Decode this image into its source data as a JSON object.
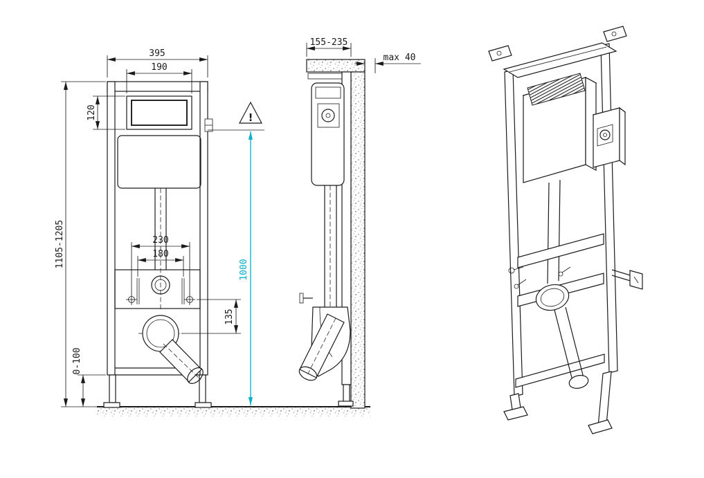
{
  "colors": {
    "ink": "#1a1a1a",
    "accent": "#00AFC8",
    "paper": "#ffffff"
  },
  "views": {
    "front": {
      "dims": {
        "total_width": "395",
        "plate_width": "190",
        "plate_height": "120",
        "frame_height": "1105-1205",
        "foot_adjust": "0-100",
        "bolt_spacing_outer": "230",
        "bolt_spacing_inner": "180",
        "outlet_offset": "135",
        "actuation_height": "1000"
      },
      "warning_icon": "!"
    },
    "side": {
      "dims": {
        "depth_range": "155-235",
        "wall_clearance": "max 40"
      }
    }
  }
}
